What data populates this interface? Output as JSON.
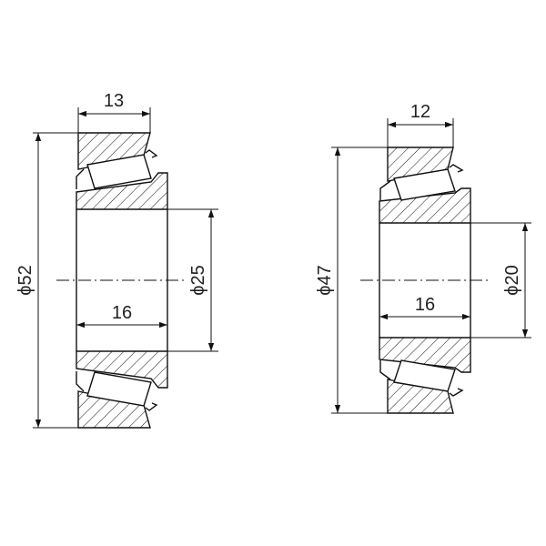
{
  "bearing_left": {
    "dim_width": "13",
    "dim_outer_diameter": "ϕ52",
    "dim_bore": "ϕ25",
    "dim_inner_width": "16"
  },
  "bearing_right": {
    "dim_width": "12",
    "dim_outer_diameter": "ϕ47",
    "dim_bore": "ϕ20",
    "dim_inner_width": "16"
  }
}
